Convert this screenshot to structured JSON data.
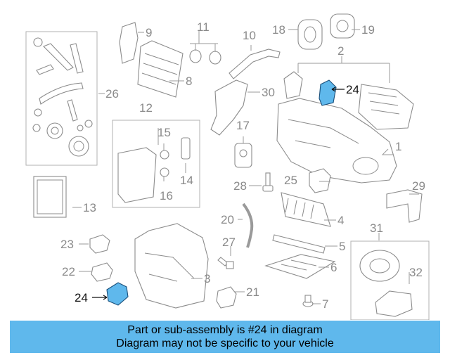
{
  "callouts": [
    {
      "id": "1",
      "label": "1"
    },
    {
      "id": "2",
      "label": "2"
    },
    {
      "id": "3",
      "label": "3"
    },
    {
      "id": "4",
      "label": "4"
    },
    {
      "id": "5",
      "label": "5"
    },
    {
      "id": "6",
      "label": "6"
    },
    {
      "id": "7",
      "label": "7"
    },
    {
      "id": "8",
      "label": "8"
    },
    {
      "id": "9",
      "label": "9"
    },
    {
      "id": "10",
      "label": "10"
    },
    {
      "id": "11",
      "label": "11"
    },
    {
      "id": "12",
      "label": "12"
    },
    {
      "id": "13",
      "label": "13"
    },
    {
      "id": "14",
      "label": "14"
    },
    {
      "id": "15",
      "label": "15"
    },
    {
      "id": "16",
      "label": "16"
    },
    {
      "id": "17",
      "label": "17"
    },
    {
      "id": "18",
      "label": "18"
    },
    {
      "id": "19",
      "label": "19"
    },
    {
      "id": "20",
      "label": "20"
    },
    {
      "id": "21",
      "label": "21"
    },
    {
      "id": "22",
      "label": "22"
    },
    {
      "id": "23",
      "label": "23"
    },
    {
      "id": "24a",
      "label": "24"
    },
    {
      "id": "24b",
      "label": "24"
    },
    {
      "id": "25",
      "label": "25"
    },
    {
      "id": "26",
      "label": "26"
    },
    {
      "id": "27",
      "label": "27"
    },
    {
      "id": "28",
      "label": "28"
    },
    {
      "id": "29",
      "label": "29"
    },
    {
      "id": "30",
      "label": "30"
    },
    {
      "id": "31",
      "label": "31"
    },
    {
      "id": "32",
      "label": "32"
    }
  ],
  "highlight": {
    "part_number": "24",
    "color": "#5fb8ec"
  },
  "banner": {
    "line1": "Part or sub-assembly is #24 in diagram",
    "line2": "Diagram may not be specific to your vehicle",
    "color": "#5fb8ec"
  }
}
